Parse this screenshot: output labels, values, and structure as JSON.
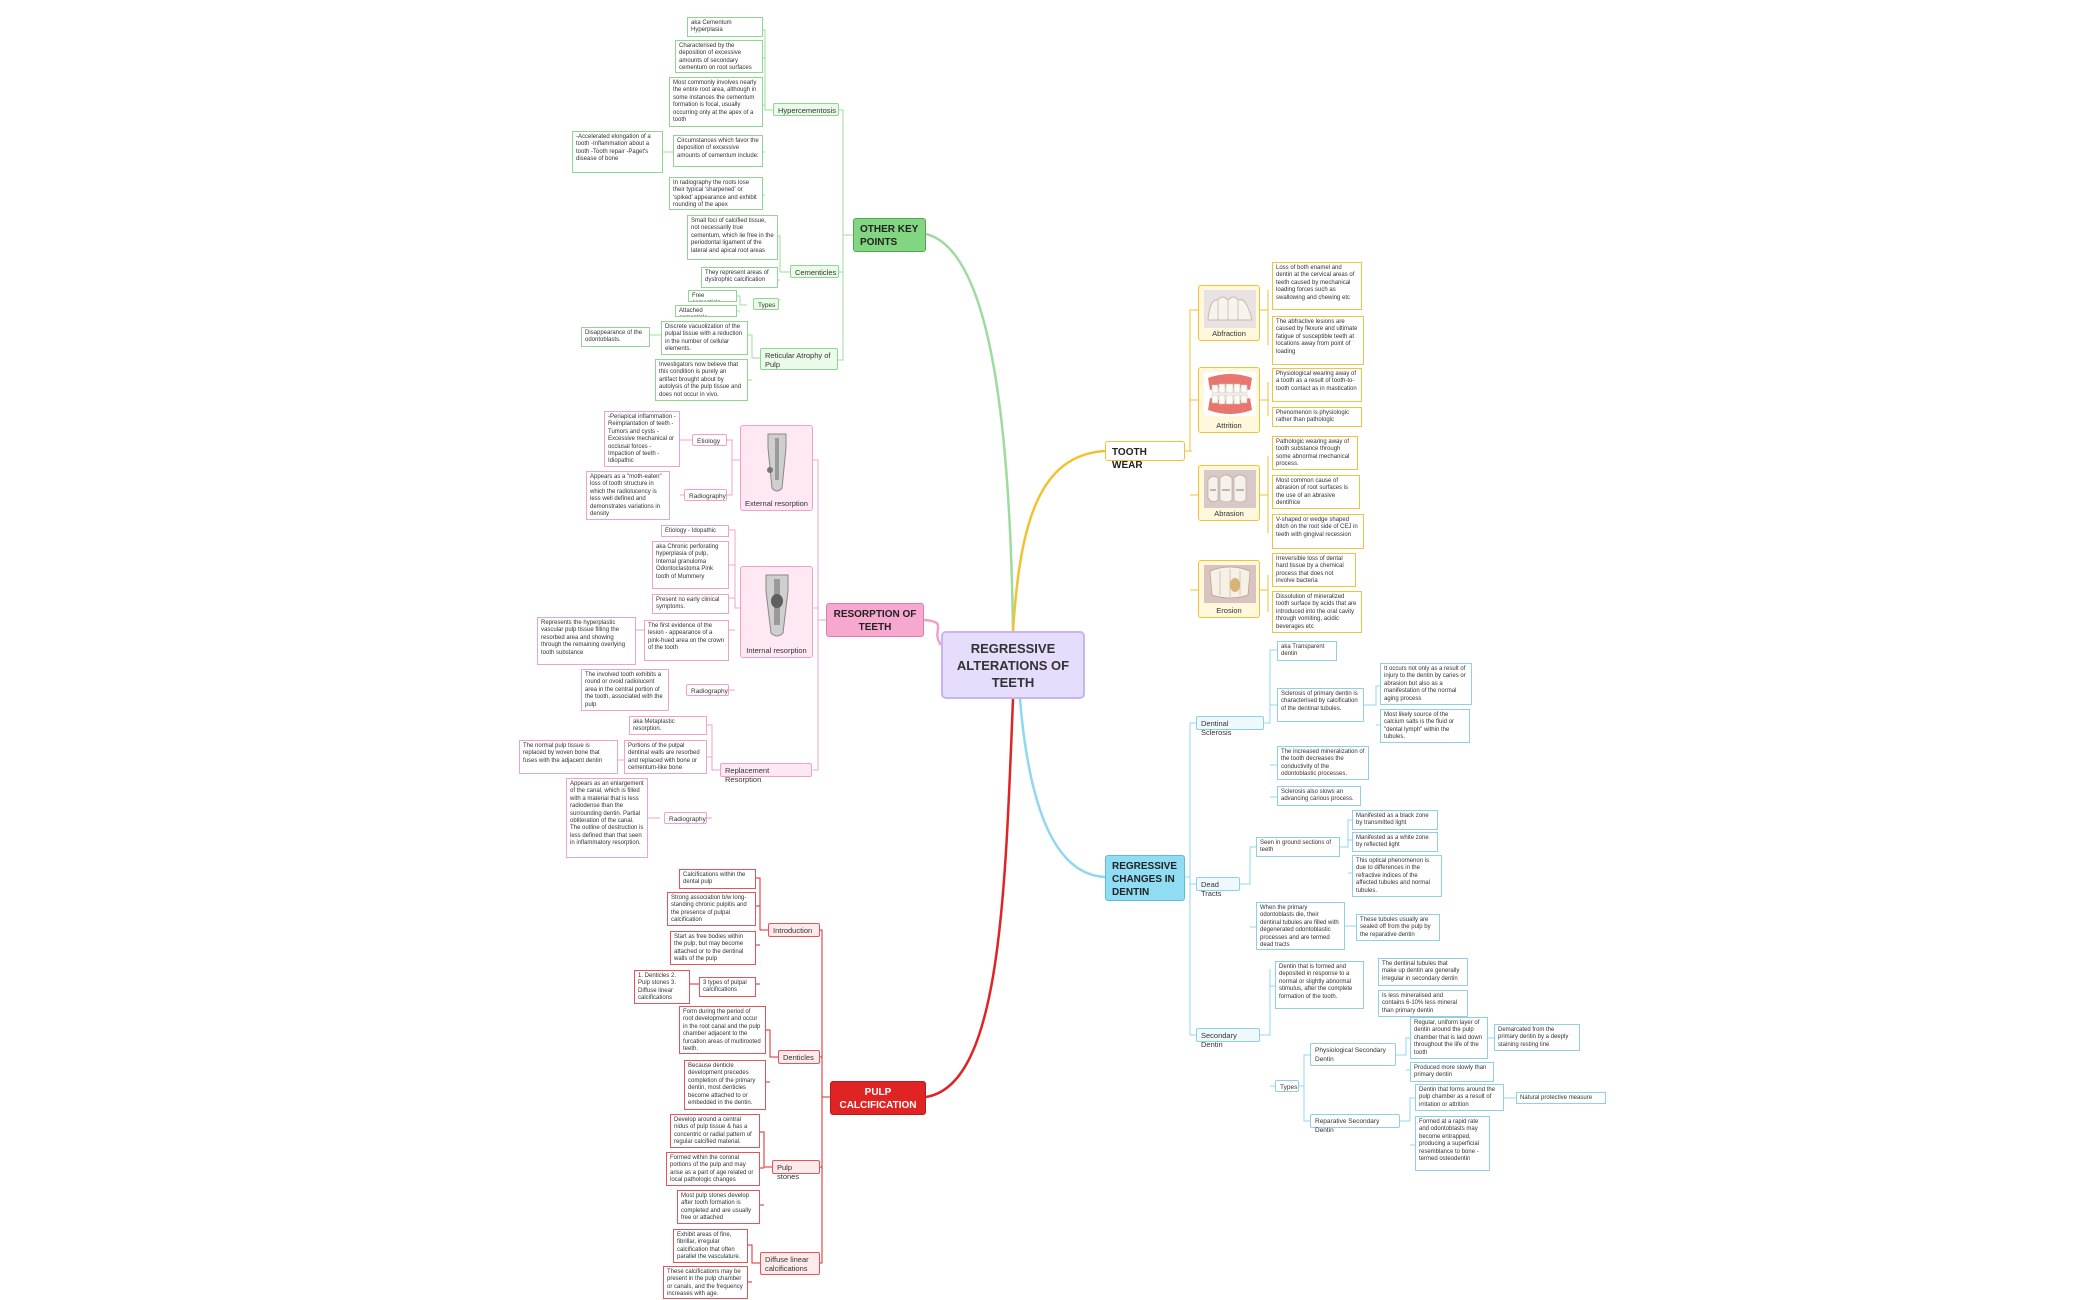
{
  "root": {
    "line1": "REGRESSIVE",
    "line2": "ALTERATIONS OF",
    "line3": "TEETH"
  },
  "other": {
    "title1": "OTHER KEY",
    "title2": "POINTS",
    "hypercementosis": "Hypercementosis",
    "aka": "aka Cementum Hyperplasia",
    "characterised": "Characterised by the deposition of excessive amounts of secondary cementum on root surfaces",
    "most": "Most commonly involves nearly the entire root area, although in some instances the cementum formation is focal, usually occurring only at the apex of a tooth",
    "circ": "Circumstances which favor the deposition of excessive amounts of cementum include:",
    "circList": "-Accelerated elongation of a tooth -Inflammation about a tooth -Tooth repair -Paget's disease of bone",
    "radio": "In radiography the roots lose their typical 'sharpened' or 'spiked' appearance and exhibit rounding of the apex",
    "cementicles": "Cementicles",
    "small": "Small foci of calcified tissue, not necessarily true cementum, which lie free in the periodontal ligament of the lateral and apical root areas",
    "dystrophic": "They represent areas of dystrophic calcification",
    "types": "Types",
    "free": "Free cementicle",
    "attached": "Attached cementicle",
    "reticular": "Reticular Atrophy of Pulp",
    "discrete": "Discrete vacuolization of the pulpal tissue with a reduction in the number of cellular elements.",
    "disappear": "Disappearance of the odontoblasts.",
    "investigators": "Investigators now believe that this condition is purely an artifact brought about by autolysis of the pulp tissue and does not occur in vivo."
  },
  "wear": {
    "title": "TOOTH WEAR",
    "abfraction": "Abfraction",
    "abf1": "Loss of both enamel and dentin at the cervical areas of teeth caused by mechanical loading forces such as swallowing and chewing etc",
    "abf2": "The abfractive lesions are caused by flexure and ultimate fatigue of susceptible teeth at locations away from point of loading",
    "attrition": "Attrition",
    "att1": "Physiological wearing away of a tooth as a result of tooth-to-tooth contact as in mastication",
    "att2": "Phenomenon is physiologic rather than pathologic",
    "abrasion": "Abrasion",
    "abr1": "Pathologic wearing away of tooth substance through some abnormal mechanical process.",
    "abr2": "Most common cause of abrasion of root surfaces is the use of an abrasive dentifrice",
    "abr3": "V-shaped or wedge shaped ditch on the root side of CEJ in teeth with gingival recession",
    "erosion": "Erosion",
    "ero1": "Irreversible loss of dental hard tissue by a chemical process that does not involve bacteria",
    "ero2": "Dissolution of mineralized tooth surface by acids that are introduced into the oral cavity through vomiting, acidic beverages etc"
  },
  "resorption": {
    "title1": "RESORPTION OF",
    "title2": "TEETH",
    "external": "External resorption",
    "etiology": "Etiology",
    "etioList": "-Periapical inflammation -Reimplantation of teeth -Tumors and cysts -Excessive mechanical or occlusal forces -Impaction of teeth -Idiopathic",
    "radiography": "Radiography",
    "extRadio": "Appears as a \"moth-eaten\" loss of tooth structure in which the radiolucency is less well defined and demonstrates variations in density",
    "internal": "Internal resorption",
    "intEtio": "Etiology - Idopathic",
    "intAka": "aka Chronic perforating hyperplasia of pulp, Internal granuloma Odontoclastoma Pink tooth of Mummery",
    "intPresent": "Present no early clinical symptoms.",
    "intFirst": "The first evidence of the lesion - appearance of a pink-hued area on the crown of the tooth",
    "intRepresents": "Represents the hyperplastic vascular pulp tissue filling the resorbed area and showing through the remaining overlying tooth substance",
    "intRadio": "The involved tooth exhibits a round or ovoid radiolucent area in the central portion of the tooth, associated with the pulp",
    "replacement": "Replacement Resorption",
    "repAka": "aka Metaplastic resorption.",
    "repPortions": "Portions of the pulpal dentinal walls are resorbed and replaced with bone or cementum-like bone",
    "repNormal": "The normal pulp tissue is replaced by woven bone that fuses with the adjacent dentin",
    "repRadio": "Appears as an enlargement of the canal, which is filled with a material that is less radiodense than the surrounding dentin. Partial obliteration of the canal. The outline of destruction is less defined than that seen in inflammatory resorption."
  },
  "dentin": {
    "title1": "REGRESSIVE",
    "title2": "CHANGES IN",
    "title3": "DENTIN",
    "sclerosis": "Dentinal Sclerosis",
    "sclAka": "aka Transparent dentin",
    "sclPrimary": "Sclerosis of primary dentin is characterised by calcification of the dentinal tubules.",
    "sclOccurs": "It occurs not only as a result of injury to the dentin by caries or abrasion but also as a manifestation of the normal aging process",
    "sclSource": "Most likely source of the calcium salts is the fluid or \"dental lymph\" within the tubules.",
    "sclMineral": "The increased mineralization of the tooth decreases the conductivity of the odontoblastic processes.",
    "sclSlows": "Sclerosis also slows an advancing carious process.",
    "dead": "Dead Tracts",
    "deadSeen": "Seen in ground sections of teeth",
    "deadBlack": "Manifested as a black zone by transmitted light",
    "deadWhite": "Manifested as a white zone by reflected light",
    "deadOptical": "This optical phenomenon is due to differences in the refractive indices of the affected tubules and normal tubules.",
    "deadWhen": "When the primary odontoblasts die, their dentinal tubules are filled with degenerated odontoblastic processes and are termed dead tracts",
    "deadSealed": "These tubules usually are sealed off from the pulp by the reparative dentin",
    "secondary": "Secondary Dentin",
    "secFormed": "Dentin that is formed and deposited in response to a normal or slightly abnormal stimulus, after the complete formation of the tooth.",
    "secTubules": "The dentinal tubules that make up dentin are generally irregular in secondary dentin",
    "secLess": "Is less mineralised and contains 6-10% less mineral than primary dentin",
    "types": "Types",
    "physio": "Physiological Secondary Dentin",
    "physioReg": "Regular, uniform layer of dentin around the pulp chamber that is laid down throughout the life of the tooth",
    "physioDem": "Demarcated from the primary dentin by a deeply staining resting line",
    "physioSlow": "Produced more slowly than primary dentin",
    "repar": "Reparative Secondary Dentin",
    "reparForms": "Dentin that forms around the pulp chamber as a result of irritation or attrition",
    "reparNatural": "Natural protective measure",
    "reparRapid": "Formed at a rapid rate and odontoblasts may become entrapped, producing a superficial resemblance to bone - termed osteodentin"
  },
  "pulp": {
    "title1": "PULP",
    "title2": "CALCIFICATION",
    "intro": "Introduction",
    "introCalc": "Calcifications within the dental pulp",
    "introStrong": "Strong association b/w long-standing chronic pulpitis and the presence of pulpal calcification",
    "introStart": "Start as free bodies within the pulp, but may become attached or to the dentinal walls of the pulp",
    "introTypes": "3 types of pulpal calcifications",
    "introList": "1. Denticles 2. Pulp stones 3. Diffuse linear calcifications",
    "denticles": "Denticles",
    "denForm": "Form during the period of root development and occur in the root canal and the pulp chamber adjacent to the furcation areas of multirooted teeth.",
    "denBecause": "Because denticle development precedes completion of the primary dentin, most denticles become attached to or embedded in the dentin.",
    "stones": "Pulp stones",
    "stoDevelop": "Develop around a central nidus of pulp tissue & has a concentric or radial pattern of regular calcified material.",
    "stoFormed": "Formed within the coronal portions of the pulp and may arise as a part of age related or local pathologic changes",
    "stoMost": "Most pulp stones develop after tooth formation is completed and are usually free or attached",
    "diffuse": "Diffuse linear calcifications",
    "difExhibit": "Exhibit areas of fine, fibrillar, irregular calcification that often parallel the vasculature.",
    "difThese": "These calcifications may be present in the pulp chamber or canals, and the frequency increases with age."
  },
  "colors": {
    "green": "#82d682",
    "yellow": "#f1c232",
    "blue": "#7fd3ea",
    "pink": "#f3a0c9",
    "red": "#e02424",
    "root": "#e6dcfb"
  }
}
